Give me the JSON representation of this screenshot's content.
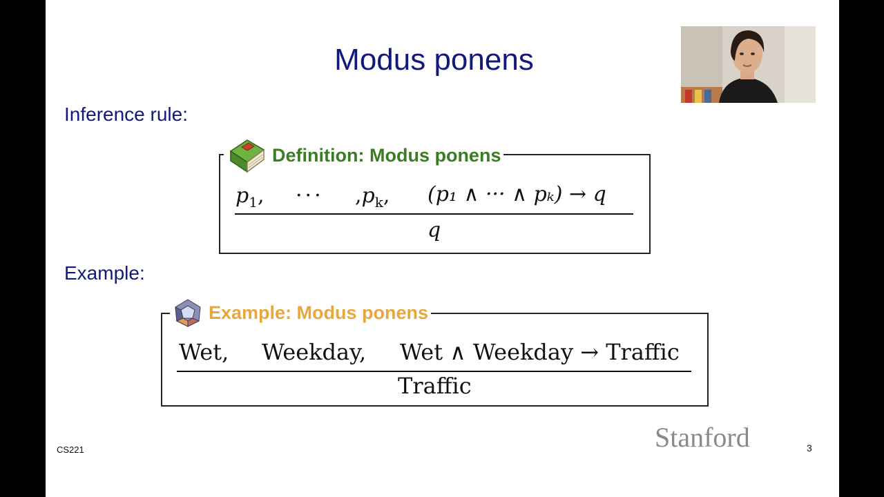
{
  "slide": {
    "title": "Modus ponens",
    "inference_label": "Inference rule:",
    "example_label": "Example:",
    "course": "CS221",
    "page_number": "3",
    "logo_text": "Stanford"
  },
  "definition_box": {
    "heading": "Definition: Modus ponens",
    "heading_color": "#3a7d22",
    "icon": "book-icon",
    "premises": {
      "p1": "p",
      "p1_sub": "1",
      "comma": ",",
      "dots": "···",
      "pk_comma": ",",
      "pk": "p",
      "pk_sub": "k",
      "implication": "(p₁ ∧ ··· ∧ pₖ) → q"
    },
    "conclusion": "q"
  },
  "example_box": {
    "heading": "Example: Modus ponens",
    "heading_color": "#e8a73c",
    "icon": "dodecahedron-icon",
    "premise1": "Wet,",
    "premise2": "Weekday,",
    "premise3": "Wet ∧ Weekday → Traffic",
    "conclusion": "Traffic"
  }
}
